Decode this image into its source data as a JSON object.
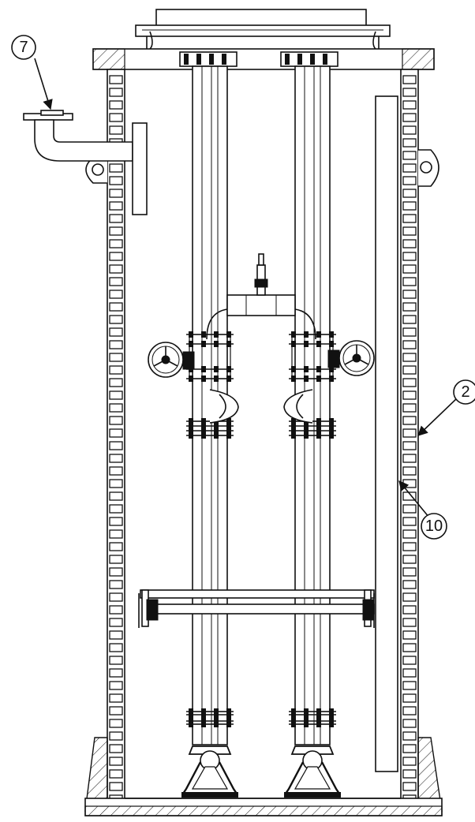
{
  "callouts": [
    {
      "id": "c7",
      "label": "7"
    },
    {
      "id": "c2",
      "label": "2"
    },
    {
      "id": "c10",
      "label": "10"
    }
  ],
  "colors": {
    "line": "#111111",
    "background": "#ffffff"
  }
}
